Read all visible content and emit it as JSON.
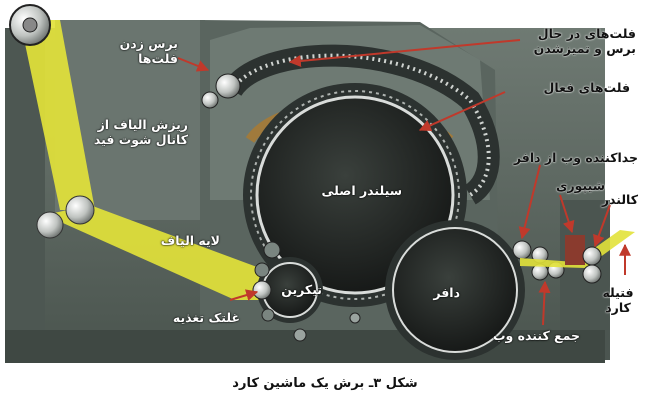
{
  "labels": {
    "flat_brushing": [
      "برس زدن",
      "فلت‌ها"
    ],
    "fiber_fall": [
      "ریزش الیاف از",
      "کانال شوت فید"
    ],
    "flats_cleaning": [
      "فلت‌های در حال",
      "برس و تمیزشدن"
    ],
    "active_flats": "فلت‌های فعال",
    "web_separator": "جداکننده وب از دافر",
    "main_cylinder": "سیلندر اصلی",
    "fiber_layer": "لایه الیاف",
    "taker_in": "تیکرین",
    "feed_roller": "غلتک تغذیه",
    "doffer": "دافر",
    "web_collector": "جمع کننده وب",
    "trumpet": "شیپوری",
    "calender": "کالندر",
    "card_sliver": [
      "فتیله",
      "کارد"
    ]
  },
  "caption": "شکل ۳ـ برش یک ماشین کارد",
  "colors": {
    "background": "#ffffff",
    "machine_gray": "#5d6862",
    "frame_dark": "#343b37",
    "fiber_yellow": "#e2e23a",
    "copper_flats": "#a07a3c",
    "cylinder_dark": "#2b2f2c",
    "accent_red": "#c0392b"
  },
  "icons": {
    "label_arrow": "red-arrow-icon",
    "sliver_arrow": "red-up-arrow-icon"
  }
}
